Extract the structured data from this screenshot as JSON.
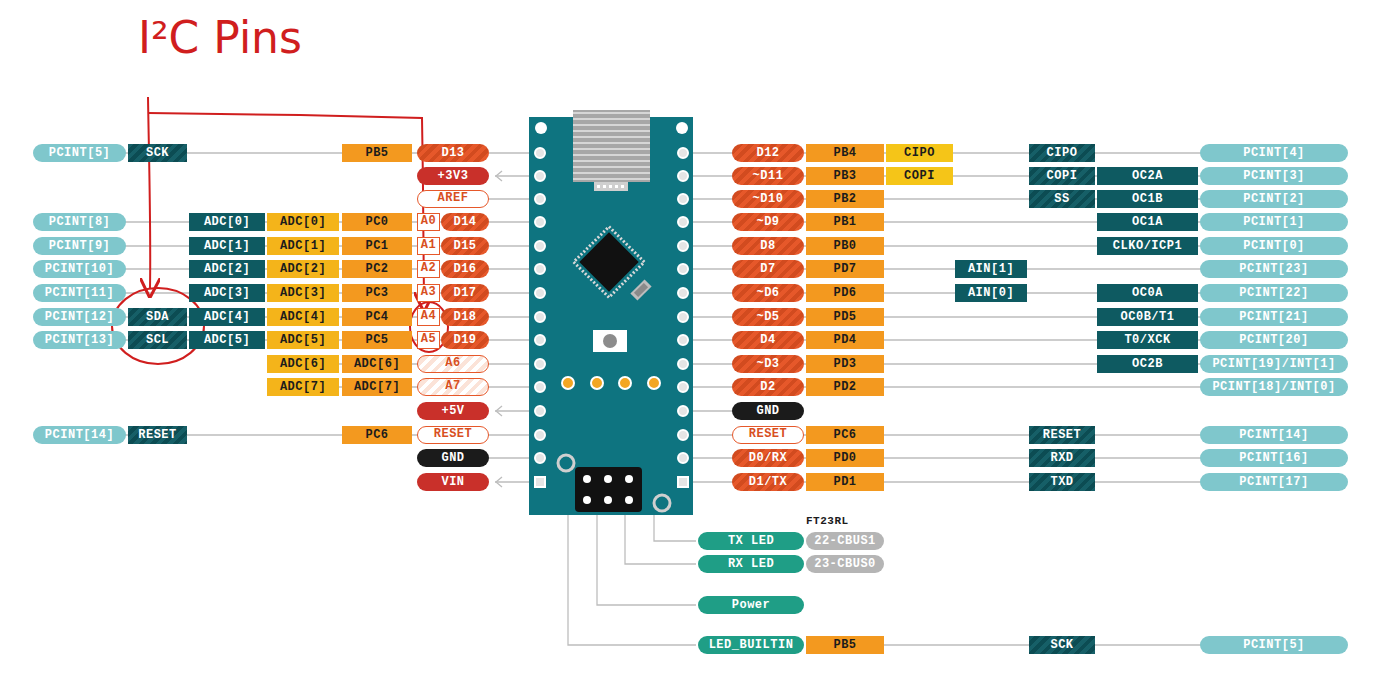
{
  "diagram": {
    "title": "I²C Pins",
    "labels": [
      "PCINT[5]",
      "SCK",
      "PB5",
      "D13",
      "+3V3",
      "AREF",
      "PCINT[8]",
      "ADC[0]",
      "ADC[0]",
      "PC0",
      "A0",
      "D14",
      "PCINT[9]",
      "ADC[1]",
      "ADC[1]",
      "PC1",
      "A1",
      "D15",
      "PCINT[10]",
      "ADC[2]",
      "ADC[2]",
      "PC2",
      "A2",
      "D16",
      "PCINT[11]",
      "ADC[3]",
      "ADC[3]",
      "PC3",
      "A3",
      "D17",
      "PCINT[12]",
      "SDA",
      "ADC[4]",
      "ADC[4]",
      "PC4",
      "A4",
      "D18",
      "PCINT[13]",
      "SCL",
      "ADC[5]",
      "ADC[5]",
      "PC5",
      "A5",
      "D19",
      "ADC[6]",
      "ADC[6]",
      "A6",
      "ADC[7]",
      "ADC[7]",
      "A7",
      "+5V",
      "PCINT[14]",
      "RESET",
      "PC6",
      "RESET",
      "GND",
      "VIN",
      "D12",
      "PB4",
      "CIPO",
      "CIPO",
      "PCINT[4]",
      "~D11",
      "PB3",
      "COPI",
      "COPI",
      "OC2A",
      "PCINT[3]",
      "~D10",
      "PB2",
      "SS",
      "OC1B",
      "PCINT[2]",
      "~D9",
      "PB1",
      "OC1A",
      "PCINT[1]",
      "D8",
      "PB0",
      "CLKO/ICP1",
      "PCINT[0]",
      "D7",
      "PD7",
      "AIN[1]",
      "PCINT[23]",
      "~D6",
      "PD6",
      "AIN[0]",
      "OC0A",
      "PCINT[22]",
      "~D5",
      "PD5",
      "OC0B/T1",
      "PCINT[21]",
      "D4",
      "PD4",
      "T0/XCK",
      "PCINT[20]",
      "~D3",
      "PD3",
      "OC2B",
      "PCINT[19]/INT[1]",
      "D2",
      "PD2",
      "PCINT[18]/INT[0]",
      "GND",
      "RESET",
      "PC6",
      "RESET",
      "PCINT[14]",
      "D0/RX",
      "PD0",
      "RXD",
      "PCINT[16]",
      "D1/TX",
      "PD1",
      "TXD",
      "PCINT[17]",
      "FT23RL",
      "TX LED",
      "22-CBUS1",
      "RX LED",
      "23-CBUS0",
      "Power",
      "LED_BUILTIN",
      "PB5",
      "SCK",
      "PCINT[5]"
    ]
  }
}
